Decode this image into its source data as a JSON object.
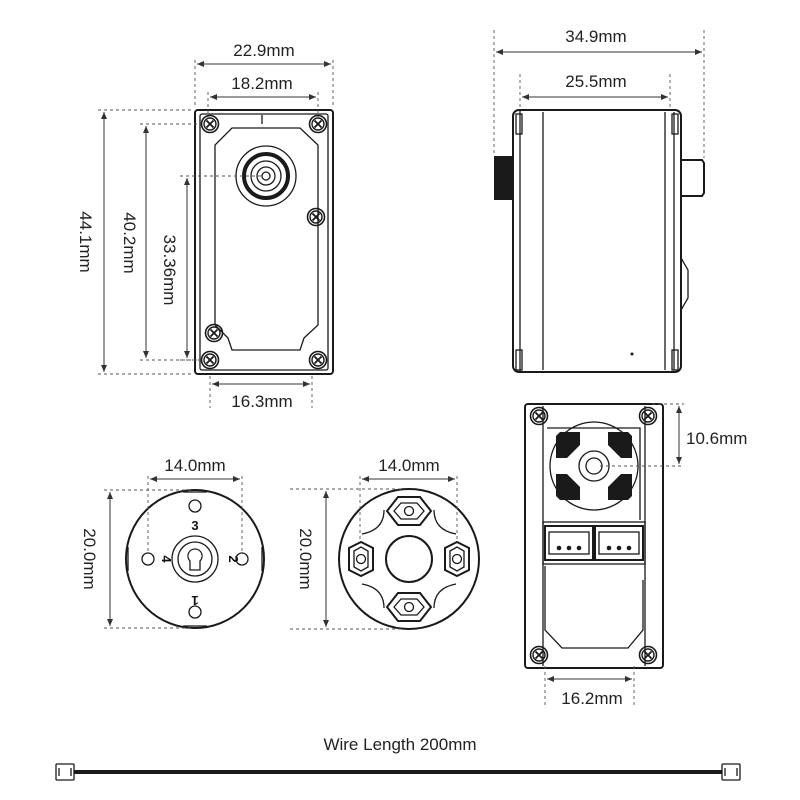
{
  "top_view": {
    "width_overall": "22.9mm",
    "width_inner": "18.2mm",
    "width_bottom": "16.3mm",
    "height_overall": "44.1mm",
    "height_screw": "40.2mm",
    "height_shaft": "33.36mm"
  },
  "side_view": {
    "length_overall": "34.9mm",
    "length_body": "25.5mm"
  },
  "bottom_view": {
    "shaft_offset": "10.6mm",
    "screw_spacing": "16.2mm"
  },
  "horn_disc": {
    "width": "14.0mm",
    "height": "20.0mm",
    "pin_labels": [
      "3",
      "4",
      "2",
      "1"
    ]
  },
  "horn_hex": {
    "width": "14.0mm",
    "height": "20.0mm"
  },
  "wire": {
    "caption": "Wire Length 200mm"
  }
}
